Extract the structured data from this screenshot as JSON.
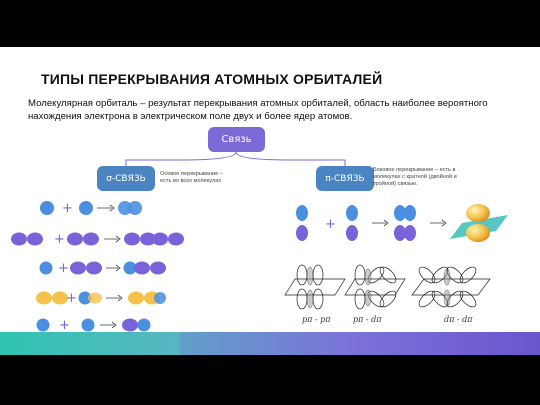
{
  "title": "ТИПЫ ПЕРЕКРЫВАНИЯ АТОМНЫХ ОРБИТАЛЕЙ",
  "definition": "Молекулярная орбиталь – результат перекрывания атомных орбиталей, область наиболее вероятного нахождения электрона в электрическом поле двух и более ядер атомов.",
  "root": {
    "label": "Связь"
  },
  "sigma": {
    "label": "σ-СВЯЗЬ",
    "note": "Осевое перекрывание – есть во всех молекулах"
  },
  "pi": {
    "label": "π-СВЯЗЬ",
    "note": "Боковое перекрывание – есть в молекулах с кратной (двойной и тройной) связью."
  },
  "captions": {
    "pp": "pπ - pπ",
    "pd": "pπ - dπ",
    "dd": "dπ - dπ"
  },
  "colors": {
    "blue": "#4a8fe0",
    "purple": "#7a63d8",
    "orange": "#f3c24a",
    "teal": "#2fb9b2",
    "node": "#7b6ad6",
    "node2": "#4b84c3"
  }
}
